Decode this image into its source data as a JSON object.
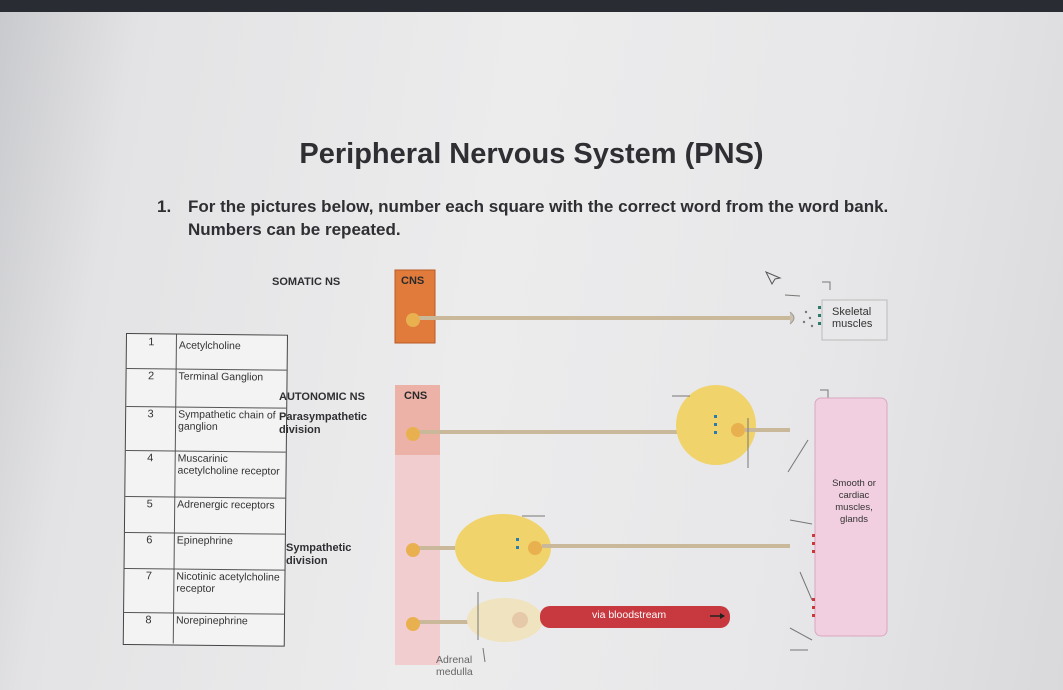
{
  "title": "Peripheral Nervous System (PNS)",
  "question": {
    "number": "1.",
    "text": "For the pictures below, number each square with the correct word from the word bank. Numbers can be repeated."
  },
  "word_bank": [
    {
      "num": "1",
      "term": "Acetylcholine"
    },
    {
      "num": "2",
      "term": "Terminal Ganglion"
    },
    {
      "num": "3",
      "term": "Sympathetic chain of ganglion"
    },
    {
      "num": "4",
      "term": "Muscarinic acetylcholine receptor"
    },
    {
      "num": "5",
      "term": "Adrenergic receptors"
    },
    {
      "num": "6",
      "term": "Epinephrine"
    },
    {
      "num": "7",
      "term": "Nicotinic acetylcholine receptor"
    },
    {
      "num": "8",
      "term": "Norepinephrine"
    }
  ],
  "diagram": {
    "somatic_label": "SOMATIC NS",
    "cns_somatic": "CNS",
    "autonomic_label": "AUTONOMIC NS",
    "cns_autonomic": "CNS",
    "parasympathetic_label": "Parasympathetic division",
    "sympathetic_label": "Sympathetic division",
    "skeletal_label": "Skeletal muscles",
    "smooth_label": "Smooth or cardiac muscles, glands",
    "bloodstream_label": "via bloodstream",
    "adrenal_label": "Adrenal medulla",
    "colors": {
      "cns_somatic": "#e07b3c",
      "cns_autonomic": "#f0c4c4",
      "ganglion": "#f0d36a",
      "effector": "#f2cfe0",
      "vessel": "#c7383f",
      "axon": "#c9b99a"
    }
  }
}
